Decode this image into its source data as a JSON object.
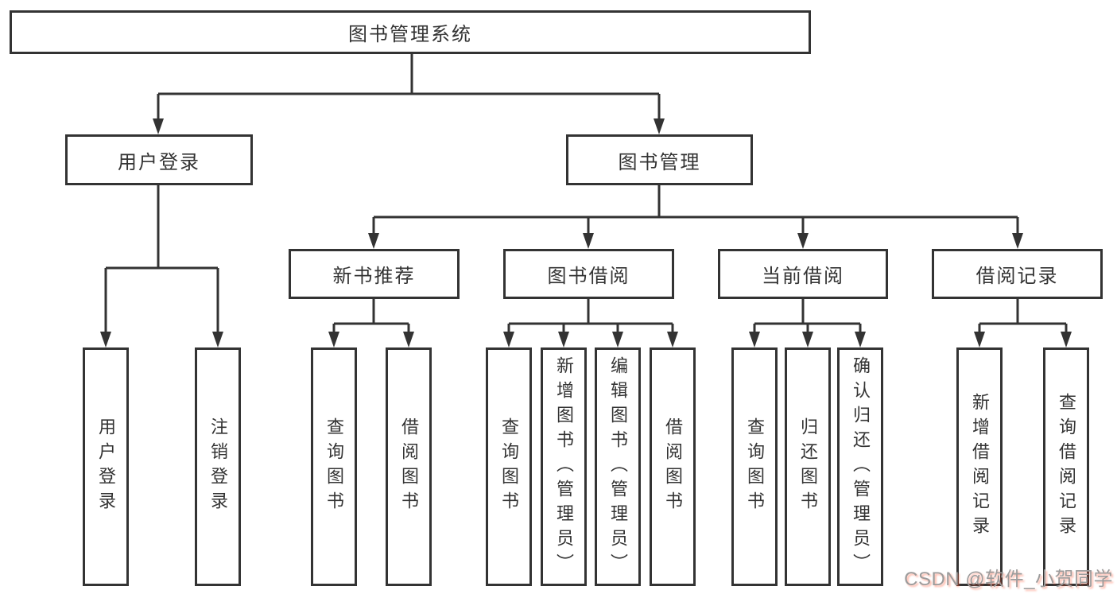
{
  "diagram_type": "hierarchy-tree",
  "colors": {
    "line": "#333333",
    "text": "#333333",
    "box_background": "#ffffff",
    "page_background": "#ffffff",
    "watermark_text": "#9c9c9c",
    "watermark_shadow": "#fc5531"
  },
  "nodes": {
    "root": {
      "label": "图书管理系统"
    },
    "user_login": {
      "label": "用户登录"
    },
    "book_mgmt": {
      "label": "图书管理"
    },
    "new_books": {
      "label": "新书推荐"
    },
    "book_borrow": {
      "label": "图书借阅"
    },
    "current_borrow": {
      "label": "当前借阅"
    },
    "borrow_records": {
      "label": "借阅记录"
    },
    "leaf_user_login": {
      "label": "用户登录"
    },
    "leaf_logout": {
      "label": "注销登录"
    },
    "leaf_nb_query": {
      "label": "查询图书"
    },
    "leaf_nb_borrow": {
      "label": "借阅图书"
    },
    "leaf_bw_query": {
      "label": "查询图书"
    },
    "leaf_bw_add": {
      "label": "新增图书（管理员）"
    },
    "leaf_bw_edit": {
      "label": "编辑图书（管理员）"
    },
    "leaf_bw_borrow": {
      "label": "借阅图书"
    },
    "leaf_cb_query": {
      "label": "查询图书"
    },
    "leaf_cb_return": {
      "label": "归还图书"
    },
    "leaf_cb_confirm": {
      "label": "确认归还（管理员）"
    },
    "leaf_rec_add": {
      "label": "新增借阅记录"
    },
    "leaf_rec_query": {
      "label": "查询借阅记录"
    }
  },
  "hierarchy": {
    "root": [
      "user_login",
      "book_mgmt"
    ],
    "user_login": [
      "leaf_user_login",
      "leaf_logout"
    ],
    "book_mgmt": [
      "new_books",
      "book_borrow",
      "current_borrow",
      "borrow_records"
    ],
    "new_books": [
      "leaf_nb_query",
      "leaf_nb_borrow"
    ],
    "book_borrow": [
      "leaf_bw_query",
      "leaf_bw_add",
      "leaf_bw_edit",
      "leaf_bw_borrow"
    ],
    "current_borrow": [
      "leaf_cb_query",
      "leaf_cb_return",
      "leaf_cb_confirm"
    ],
    "borrow_records": [
      "leaf_rec_add",
      "leaf_rec_query"
    ]
  },
  "watermark": {
    "text": "CSDN @软件_小贺同学"
  }
}
